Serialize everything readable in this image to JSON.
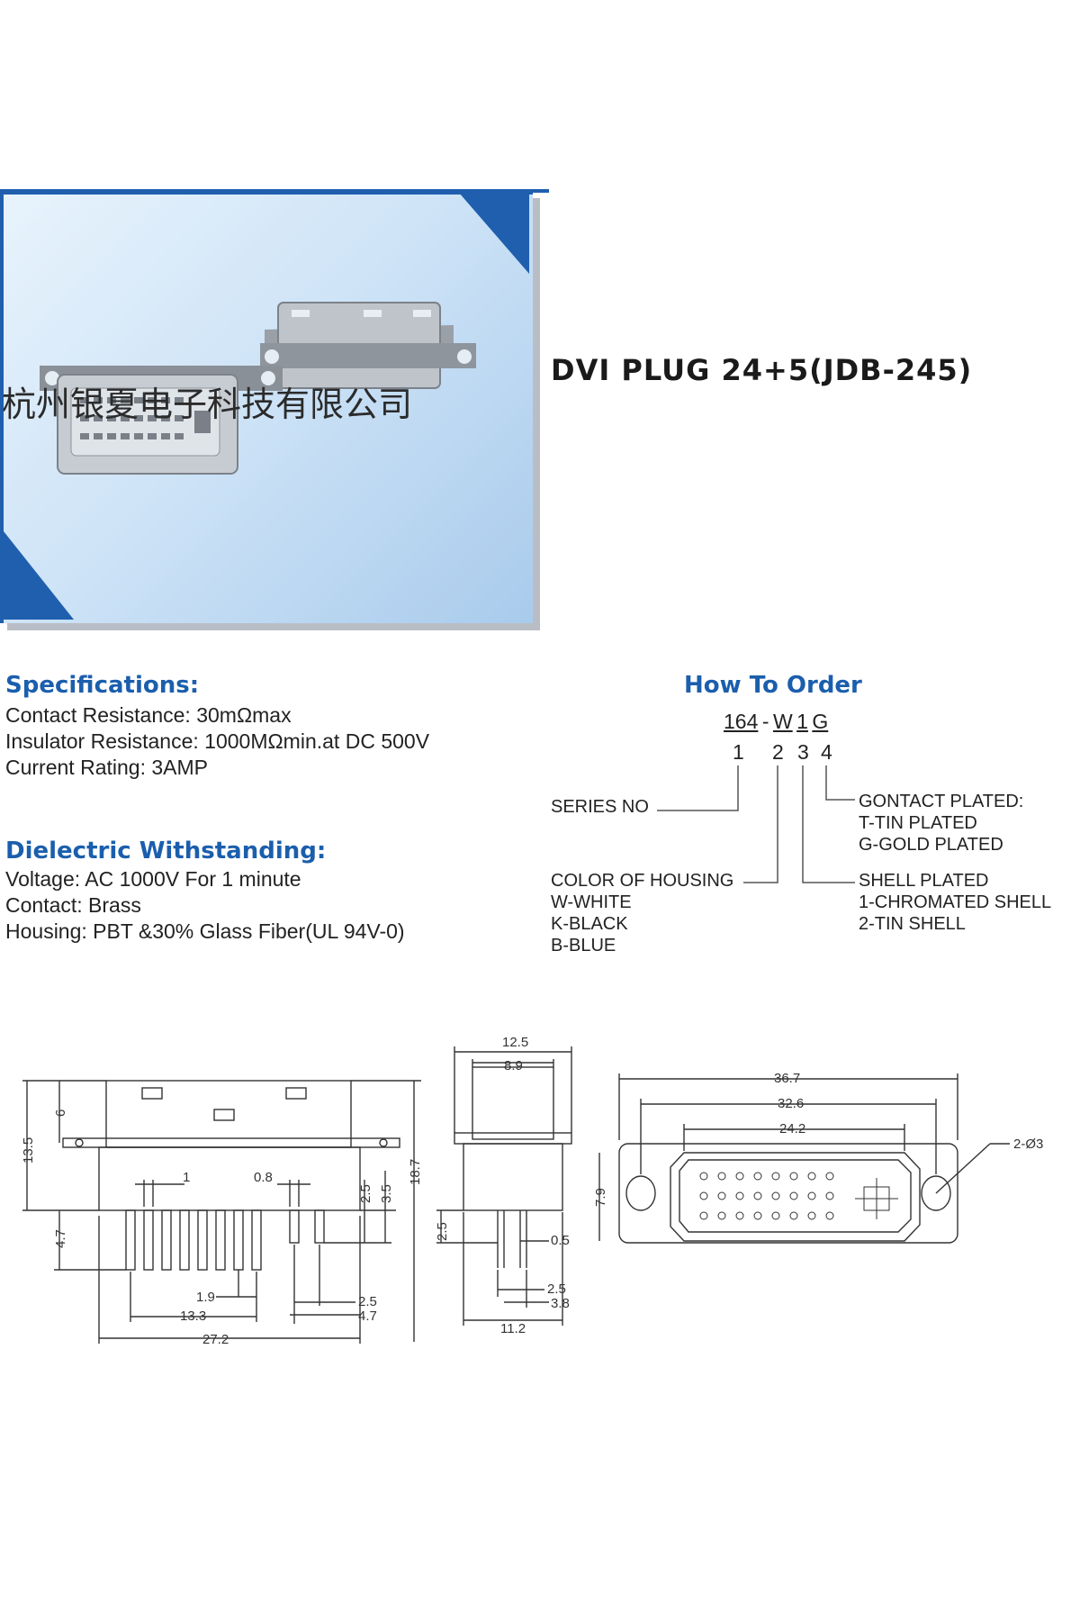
{
  "watermark": "杭州银夏电子科技有限公司",
  "product_title": "DVI PLUG 24+5(JDB-245)",
  "specifications": {
    "title": "Specifications:",
    "lines": [
      "Contact Resistance: 30mΩmax",
      "Insulator Resistance: 1000MΩmin.at DC 500V",
      "Current Rating: 3AMP"
    ]
  },
  "dielectric": {
    "title": "Dielectric Withstanding:",
    "lines": [
      "Voltage: AC 1000V For 1 minute",
      "Contact: Brass",
      "Housing: PBT &30% Glass Fiber(UL 94V-0)"
    ]
  },
  "how_to_order": {
    "title": "How To Order",
    "code_parts": [
      "164",
      "-",
      "W",
      "1",
      "G"
    ],
    "indices": [
      "1",
      "2",
      "3",
      "4"
    ],
    "series_no": "SERIES NO",
    "color_of_housing": [
      "COLOR OF HOUSING",
      "W-WHITE",
      "K-BLACK",
      "B-BLUE"
    ],
    "contact_plated": [
      "GONTACT PLATED:",
      "T-TIN PLATED",
      "G-GOLD PLATED"
    ],
    "shell_plated": [
      "SHELL PLATED",
      "1-CHROMATED SHELL",
      "2-TIN SHELL"
    ]
  },
  "dimensions": {
    "front": {
      "height_total": "13.5",
      "top_6": "6",
      "pin_pitch_1": "1",
      "pin_0_8": "0.8",
      "right_2_5": "2.5",
      "right_3_5": "3.5",
      "height_18_7": "18.7",
      "pin_4_7": "4.7",
      "spacing_1_9": "1.9",
      "spacing_2_5": "2.5",
      "width_13_3": "13.3",
      "width_4_7": "4.7",
      "width_27_2": "27.2"
    },
    "side": {
      "top_12_5": "12.5",
      "top_8_9": "8.9",
      "left_2_5": "2.5",
      "pin_0_5": "0.5",
      "pin_2_5": "2.5",
      "pin_3_8": "3.8",
      "bottom_11_2": "11.2"
    },
    "face": {
      "width_36_7": "36.7",
      "width_32_6": "32.6",
      "width_24_2": "24.2",
      "height_7_9": "7.9",
      "hole": "2-Ø3"
    }
  }
}
